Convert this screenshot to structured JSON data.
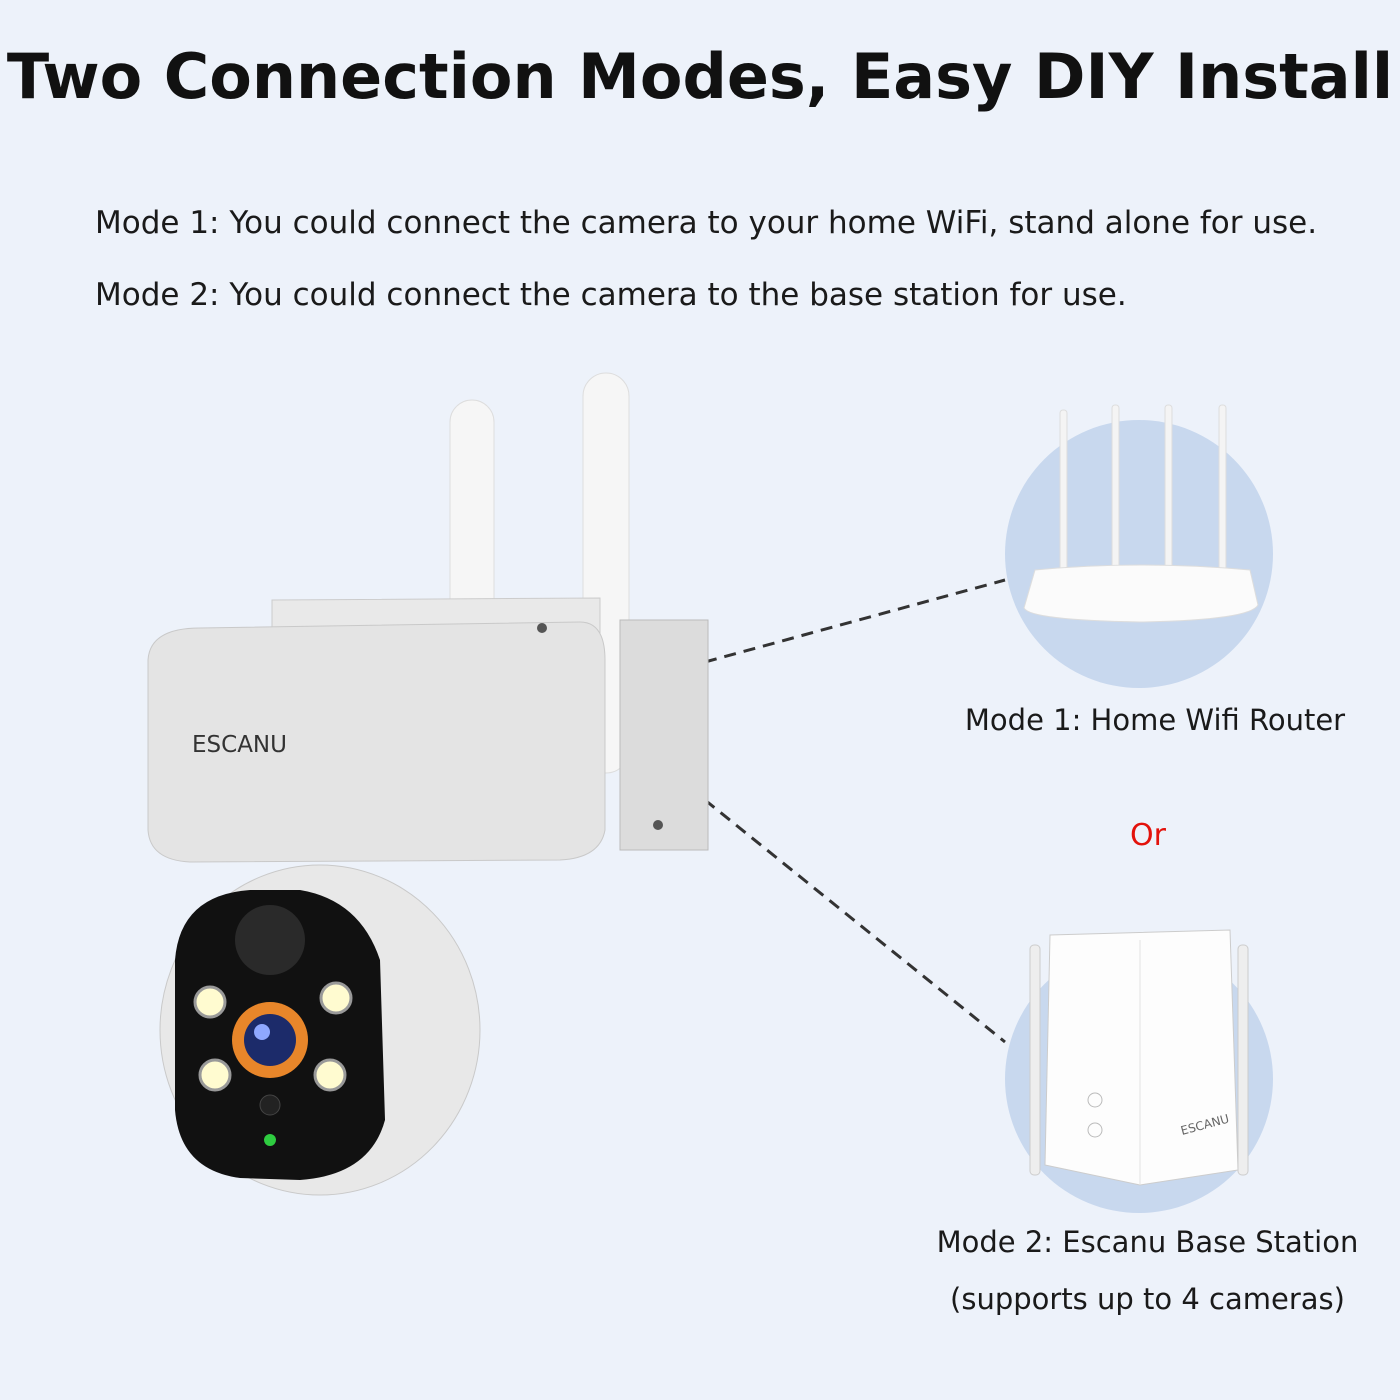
{
  "title": "Two Connection Modes, Easy DIY Install",
  "modes": [
    "Mode 1: You could connect the camera to your home WiFi, stand alone for use.",
    "Mode 2: You could connect the camera to the base station for use."
  ],
  "camera": {
    "brand": "ESCANU"
  },
  "router": {
    "caption": "Mode 1: Home Wifi Router"
  },
  "separator": "Or",
  "base_station": {
    "caption": "Mode 2: Escanu Base Station",
    "subcaption": "(supports up to 4 cameras)",
    "brand": "ESCANU"
  },
  "colors": {
    "background": "#edf2fa",
    "accent_or": "#e3120b",
    "circle": "#c8d8ee"
  }
}
